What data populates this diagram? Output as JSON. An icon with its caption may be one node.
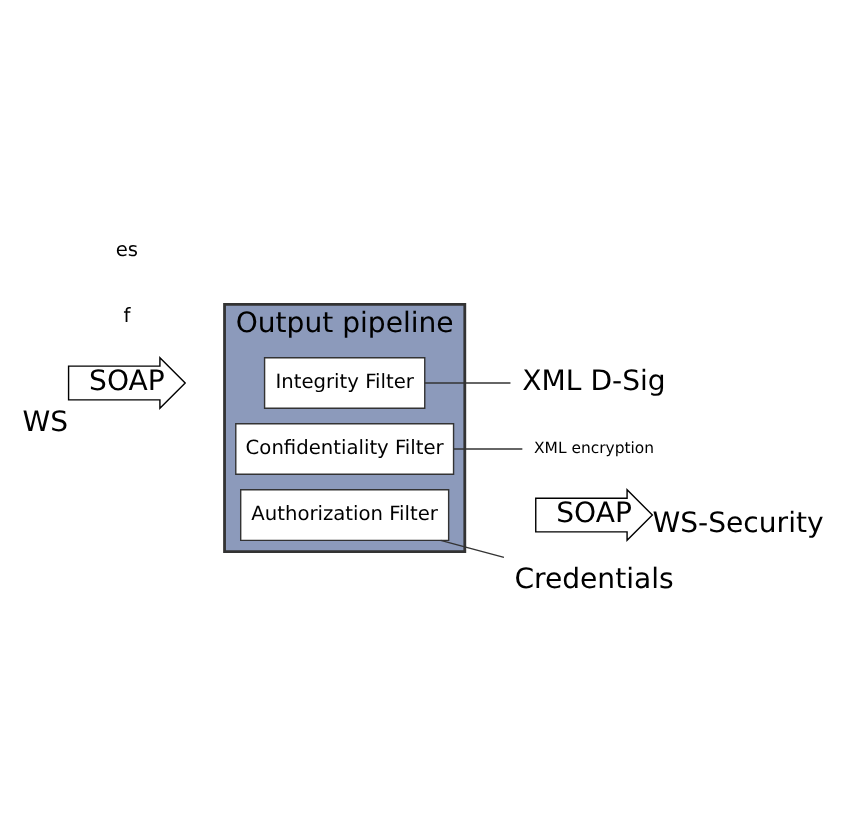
{
  "diagram": {
    "nodes": [
      {
        "text": [
          "SOAP"
        ],
        "beside": [
          "WS"
        ]
      },
      {
        "text": [
          "Output pipeline"
        ]
      },
      {
        "text": [
          "Integrity Filter"
        ],
        "in": 1
      },
      {
        "text": [
          "Confidentiality Filter"
        ],
        "in": 1
      },
      {
        "text": [
          "Authorization Filter"
        ],
        "in": 1
      },
      {
        "text": [
          "SOAP"
        ],
        "beside": [
          "WS-Security"
        ]
      },
      {
        "text": [
          "Credentials"
        ]
      },
      {
        "text": [
          "XML encryption"
        ]
      },
      {
        "text": [
          "XML D-Sig"
        ]
      }
    ],
    "edges": [
      {
        "from": 4,
        "to": 6,
        "arrow": "none"
      },
      {
        "from": 3,
        "to": 7,
        "arrow": "none"
      },
      {
        "from": 2,
        "to": 8,
        "arrow": "none"
      }
    ],
    "labels": [
      "f",
      "es"
    ]
  }
}
